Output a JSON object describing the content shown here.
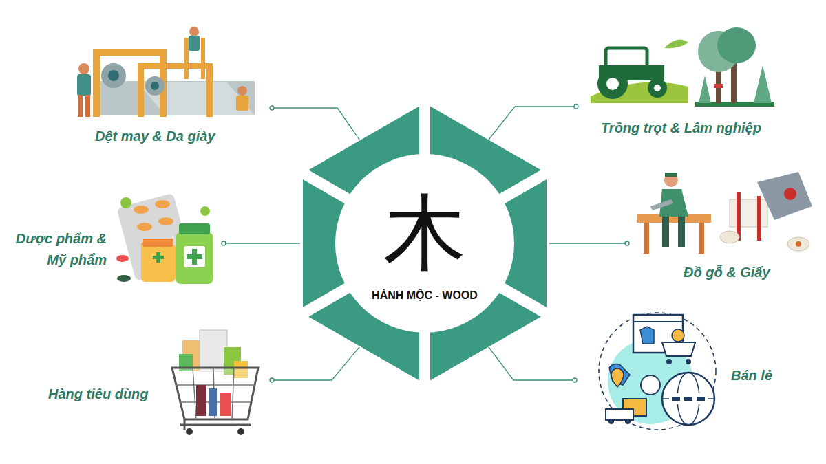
{
  "diagram": {
    "nodes": [
      {
        "text": [
          "木",
          "HÀNH MỘC - WOOD"
        ]
      }
    ],
    "labels": [
      "Dệt may & Da giày",
      "Trồng trọt & Lâm nghiệp",
      "Dược phẩm & Mỹ phẩm",
      "Đồ gỗ & Giấy",
      "Hàng tiêu dùng",
      "Bán lẻ"
    ]
  }
}
